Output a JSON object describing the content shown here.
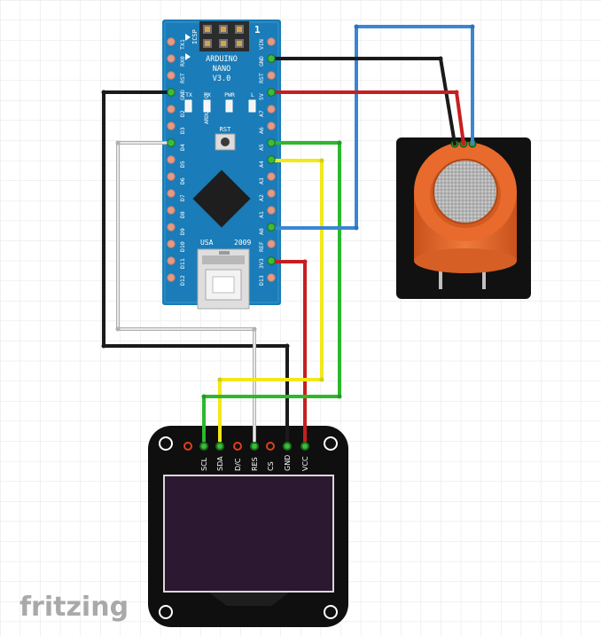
{
  "colors": {
    "background": "#ffffff",
    "grid": "#e3e3e3",
    "board": "#1a7cb8",
    "wire_black": "#1a1a1a",
    "wire_red": "#c81e1e",
    "wire_blue": "#3a86d4",
    "wire_green": "#2db82d",
    "wire_yellow": "#f2e81a",
    "wire_white": "#d9d9d9",
    "sensor_orange": "#e86a2c"
  },
  "arduino": {
    "name_line1": "ARDUINO",
    "name_line2": "NANO",
    "version": "V3.0",
    "icsp": "ICSP",
    "icsp_pin": "1",
    "leds": [
      "TX",
      "RX",
      "PWR",
      "L"
    ],
    "reset": "RST",
    "usa": "USA",
    "year": "2009",
    "watermark": "ARDUINO.CC",
    "left_pins": [
      "TX1",
      "RX0",
      "RST",
      "GND",
      "D2",
      "D3",
      "D4",
      "D5",
      "D6",
      "D7",
      "D8",
      "D9",
      "D10",
      "D11",
      "D12"
    ],
    "right_pins": [
      "VIN",
      "GND",
      "RST",
      "5V",
      "A7",
      "A6",
      "A5",
      "A4",
      "A3",
      "A2",
      "A1",
      "A0",
      "REF",
      "3V3",
      "D13"
    ]
  },
  "oled": {
    "pins": [
      "SCL",
      "SDA",
      "D/C",
      "RES",
      "CS",
      "GND",
      "VCC"
    ]
  },
  "logo": "fritzing"
}
